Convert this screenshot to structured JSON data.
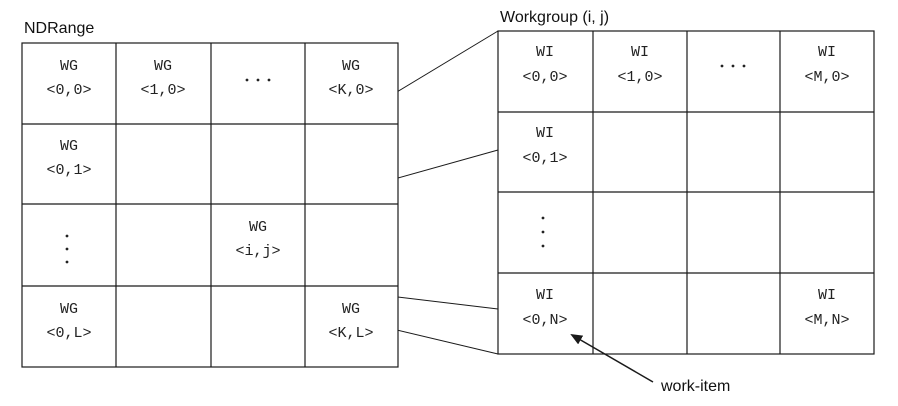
{
  "ndrange": {
    "title": "NDRange",
    "cells": [
      {
        "id": "wg-0-0",
        "line1": "WG",
        "line2": "<0,0>"
      },
      {
        "id": "wg-1-0",
        "line1": "WG",
        "line2": "<1,0>"
      },
      {
        "id": "wg-k-0",
        "line1": "WG",
        "line2": "<K,0>"
      },
      {
        "id": "wg-0-1",
        "line1": "WG",
        "line2": "<0,1>"
      },
      {
        "id": "wg-i-j",
        "line1": "WG",
        "line2": "<i,j>"
      },
      {
        "id": "wg-0-l",
        "line1": "WG",
        "line2": "<0,L>"
      },
      {
        "id": "wg-k-l",
        "line1": "WG",
        "line2": "<K,L>"
      }
    ]
  },
  "workgroup": {
    "title": "Workgroup (i, j)",
    "cells": [
      {
        "id": "wi-0-0",
        "line1": "WI",
        "line2": "<0,0>"
      },
      {
        "id": "wi-1-0",
        "line1": "WI",
        "line2": "<1,0>"
      },
      {
        "id": "wi-m-0",
        "line1": "WI",
        "line2": "<M,0>"
      },
      {
        "id": "wi-0-1",
        "line1": "WI",
        "line2": "<0,1>"
      },
      {
        "id": "wi-0-n",
        "line1": "WI",
        "line2": "<0,N>"
      },
      {
        "id": "wi-m-n",
        "line1": "WI",
        "line2": "<M,N>"
      }
    ]
  },
  "annotation": {
    "label": "work-item"
  }
}
